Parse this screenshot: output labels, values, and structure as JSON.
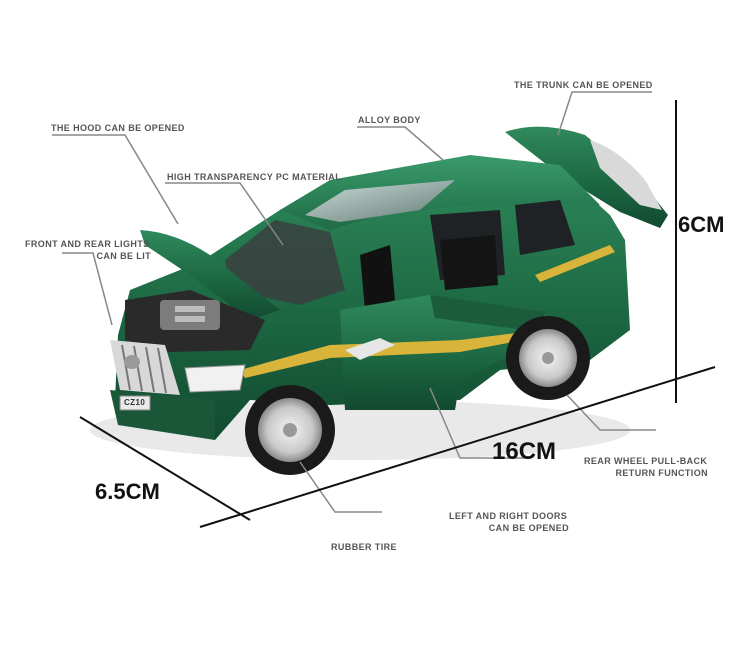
{
  "callouts": {
    "trunk": "THE TRUNK CAN BE OPENED",
    "hood": "THE HOOD CAN BE OPENED",
    "alloy": "ALLOY BODY",
    "pc": "HIGH TRANSPARENCY PC MATERIAL",
    "lights_1": "FRONT AND REAR LIGHTS",
    "lights_2": "CAN BE LIT",
    "pullback_1": "REAR WHEEL PULL-BACK",
    "pullback_2": "RETURN FUNCTION",
    "doors_1": "LEFT AND RIGHT DOORS",
    "doors_2": "CAN BE OPENED",
    "tire": "RUBBER TIRE"
  },
  "dimensions": {
    "height": "6CM",
    "length": "16CM",
    "width": "6.5CM"
  },
  "car": {
    "plate": "CZ10",
    "body_color": "#1f6a45",
    "stripe_color": "#d8b43a"
  }
}
